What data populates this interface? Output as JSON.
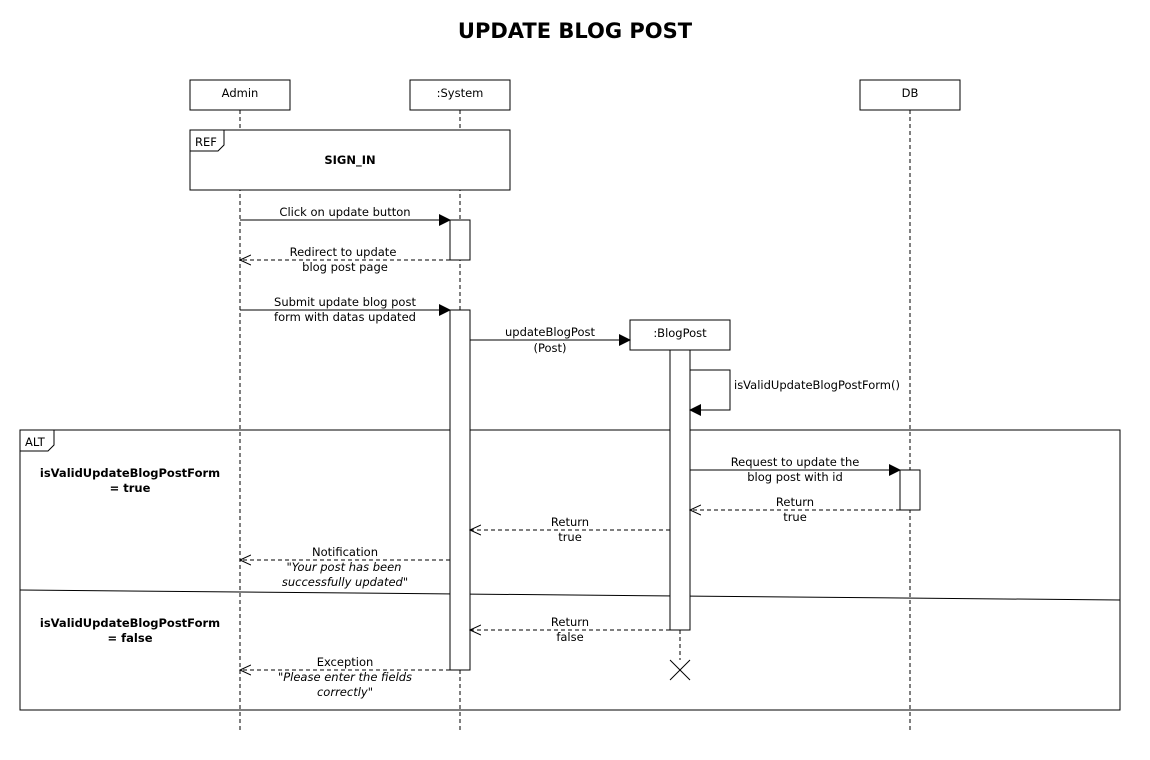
{
  "title": "UPDATE BLOG POST",
  "participants": {
    "admin": "Admin",
    "system": ":System",
    "db": "DB",
    "blogpost": ":BlogPost"
  },
  "ref_frame": {
    "tag": "REF",
    "name": "SIGN_IN"
  },
  "alt_frame": {
    "tag": "ALT",
    "guard_true": [
      "isValidUpdateBlogPostForm",
      "= true"
    ],
    "guard_false": [
      "isValidUpdateBlogPostForm",
      "= false"
    ]
  },
  "messages": {
    "click_update": [
      "Click on update button"
    ],
    "redirect": [
      "Redirect to update",
      "blog post page"
    ],
    "submit_form": [
      "Submit update blog post",
      "form with datas updated"
    ],
    "update_call": [
      "updateBlogPost",
      "(Post)"
    ],
    "self_validate": [
      "isValidUpdateBlogPostForm()"
    ],
    "request_db": [
      "Request to update the",
      "blog post with id"
    ],
    "db_return": [
      "Return",
      "true"
    ],
    "bp_return_true": [
      "Return",
      "true"
    ],
    "notification": [
      "Notification",
      "\"Your post has been",
      "successfully updated\""
    ],
    "bp_return_false": [
      "Return",
      "false"
    ],
    "exception": [
      "Exception",
      "\"Please enter the fields",
      "correctly\""
    ]
  }
}
